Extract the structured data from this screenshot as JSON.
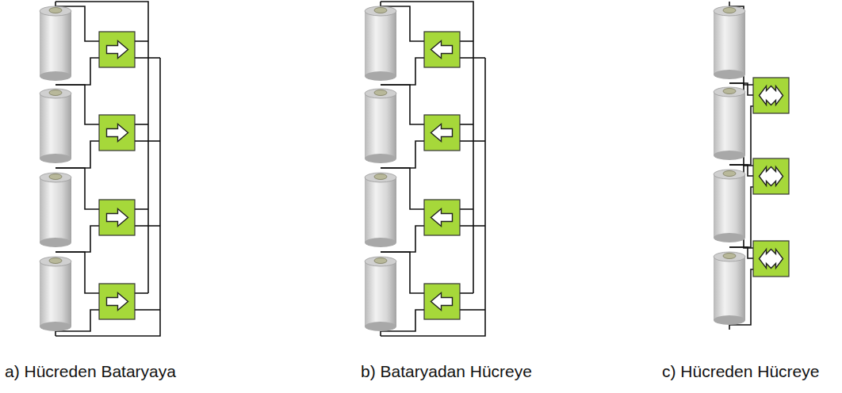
{
  "diagram": {
    "labels": [
      "a) Hücreden Bataryaya",
      "b) Bataryadan Hücreye",
      "c) Hücreden Hücreye"
    ]
  }
}
